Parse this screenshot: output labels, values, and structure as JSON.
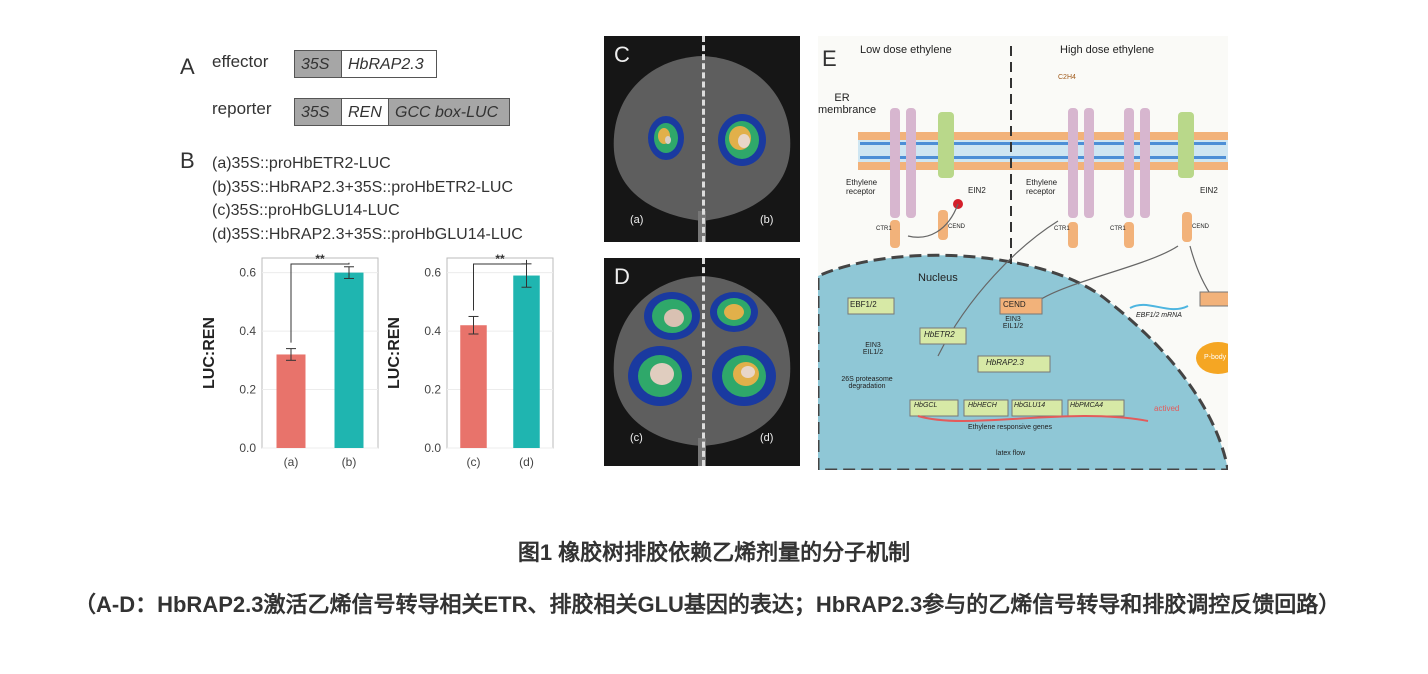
{
  "panelA": {
    "label": "A",
    "effector_label": "effector",
    "reporter_label": "reporter",
    "effector_boxes": [
      "35S",
      "HbRAP2.3"
    ],
    "reporter_boxes": [
      "35S",
      "REN",
      "GCC box-LUC"
    ]
  },
  "panelB": {
    "label": "B",
    "legend": [
      "(a)35S::proHbETR2-LUC",
      "(b)35S::HbRAP2.3+35S::proHbETR2-LUC",
      "(c)35S::proHbGLU14-LUC",
      "(d)35S::HbRAP2.3+35S::proHbGLU14-LUC"
    ]
  },
  "chart_data": [
    {
      "type": "bar",
      "categories": [
        "(a)",
        "(b)"
      ],
      "values": [
        0.32,
        0.6
      ],
      "errors": [
        0.02,
        0.02
      ],
      "ylabel": "LUC:REN",
      "ylim": [
        0,
        0.65
      ],
      "yticks": [
        "0.0",
        "0.2",
        "0.4",
        "0.6"
      ],
      "significance": "**",
      "colors": [
        "#e8736b",
        "#1fb5b0"
      ]
    },
    {
      "type": "bar",
      "categories": [
        "(c)",
        "(d)"
      ],
      "values": [
        0.42,
        0.59
      ],
      "errors": [
        0.03,
        0.04
      ],
      "ylabel": "LUC:REN",
      "ylim": [
        0,
        0.65
      ],
      "yticks": [
        "0.0",
        "0.2",
        "0.4",
        "0.6"
      ],
      "significance": "**",
      "colors": [
        "#e8736b",
        "#1fb5b0"
      ]
    }
  ],
  "panelC": {
    "label": "C",
    "left": "(a)",
    "right": "(b)"
  },
  "panelD": {
    "label": "D",
    "left": "(c)",
    "right": "(d)"
  },
  "panelE": {
    "label": "E",
    "low_dose": "Low dose ethylene",
    "high_dose": "High dose ethylene",
    "er_membrance": "ER membrance",
    "ethylene_receptor": "Ethylene receptor",
    "ein2": "EIN2",
    "ctr1": "CTR1",
    "cend": "CEND",
    "nucleus": "Nucleus",
    "ebf12": "EBF1/2",
    "ein3_eil12": "EIN3 EIL1/2",
    "proteasome": "26S proteasome degradation",
    "hbetr2": "HbETR2",
    "hbrap23": "HbRAP2.3",
    "genes": [
      "HbGCL",
      "HbHECH",
      "HbGLU14",
      "HbPMCA4"
    ],
    "actived": "actived",
    "ethylene_responsive_genes": "Ethylene responsive genes",
    "latex_flow": "latex flow",
    "ebf_mrna": "EBF1/2 mRNA",
    "pbody": "P-body",
    "c2h4": "C2H4",
    "accent_cyan": "#8fc7d6",
    "membrane_orange": "#f2b27a",
    "receptor_pink": "#d7b6cf",
    "ein2_green": "#b9d88a",
    "cend_orange": "#f2b27a",
    "pbody_orange": "#f5a623"
  },
  "caption": {
    "title": "图1 橡胶树排胶依赖乙烯剂量的分子机制",
    "subtitle": "（A-D：HbRAP2.3激活乙烯信号转导相关ETR、排胶相关GLU基因的表达；HbRAP2.3参与的乙烯信号转导和排胶调控反馈回路）"
  }
}
